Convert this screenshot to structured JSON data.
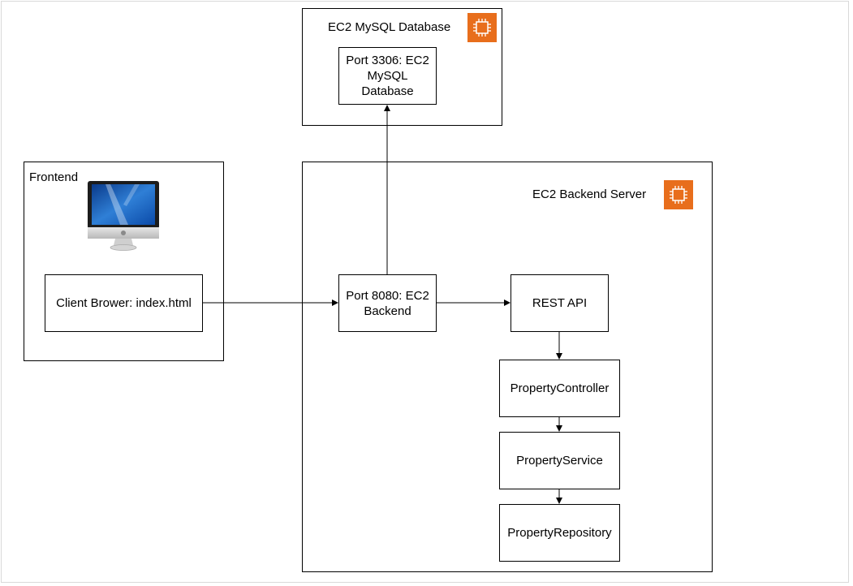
{
  "groups": {
    "database": {
      "title": "EC2 MySQL Database",
      "icon": "ec2-instance-icon",
      "icon_color": "#E86E1C"
    },
    "frontend": {
      "title": "Frontend",
      "icon": "desktop-computer-icon"
    },
    "backend": {
      "title": "EC2 Backend Server",
      "icon": "ec2-instance-icon",
      "icon_color": "#E86E1C"
    }
  },
  "nodes": {
    "db_port": "Port 3306: EC2 MySQL Database",
    "client": "Client Brower: index.html",
    "backend_port": "Port 8080: EC2 Backend",
    "rest_api": "REST API",
    "controller": "PropertyController",
    "service": "PropertyService",
    "repository": "PropertyRepository"
  },
  "edges": [
    {
      "from": "client",
      "to": "backend_port"
    },
    {
      "from": "backend_port",
      "to": "db_port"
    },
    {
      "from": "backend_port",
      "to": "rest_api"
    },
    {
      "from": "rest_api",
      "to": "controller"
    },
    {
      "from": "controller",
      "to": "service"
    },
    {
      "from": "service",
      "to": "repository"
    }
  ]
}
